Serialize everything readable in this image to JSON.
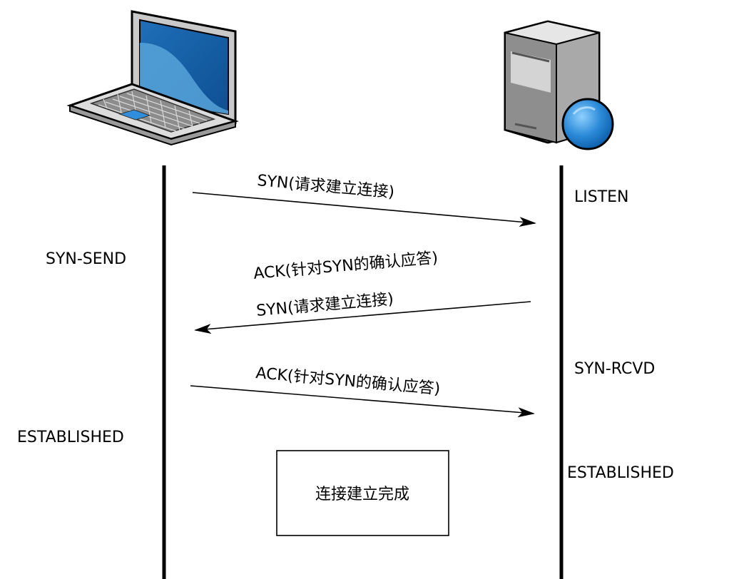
{
  "client": {
    "icon": "laptop-icon"
  },
  "server": {
    "icon": "web-server-icon"
  },
  "client_states": {
    "syn_send": "SYN-SEND",
    "established": "ESTABLISHED"
  },
  "server_states": {
    "listen": "LISTEN",
    "syn_rcvd": "SYN-RCVD",
    "established": "ESTABLISHED"
  },
  "messages": {
    "first_syn": "SYN(请求建立连接)",
    "second_ack": "ACK(针对SYN的确认应答)",
    "second_syn": "SYN(请求建立连接)",
    "third_ack": "ACK(针对SYN的确认应答)"
  },
  "completion_box": {
    "text": "连接建立完成"
  }
}
